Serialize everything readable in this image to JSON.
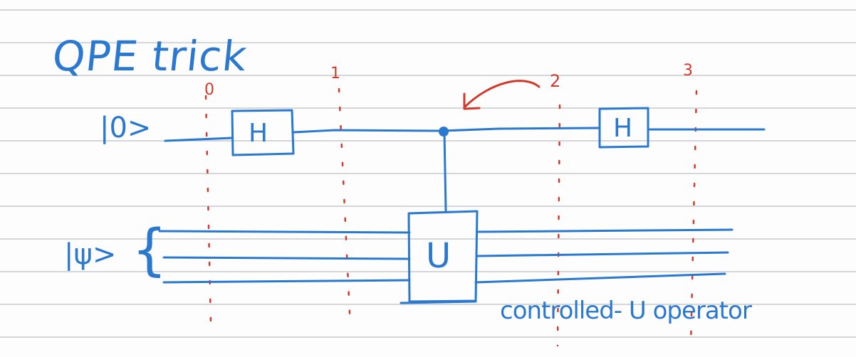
{
  "title": "QPE trick",
  "qubits": {
    "control": "|0>",
    "register": "|ψ>"
  },
  "gates": {
    "h1": "H",
    "h2": "H",
    "u": "U"
  },
  "time_slices": [
    "0",
    "1",
    "2",
    "3"
  ],
  "annotation": "controlled- U operator",
  "colors": {
    "ink_blue": "#2a78d0",
    "ink_red": "#d2392b",
    "ruled_line": "#d4d6da",
    "paper": "#fdfdfd"
  }
}
